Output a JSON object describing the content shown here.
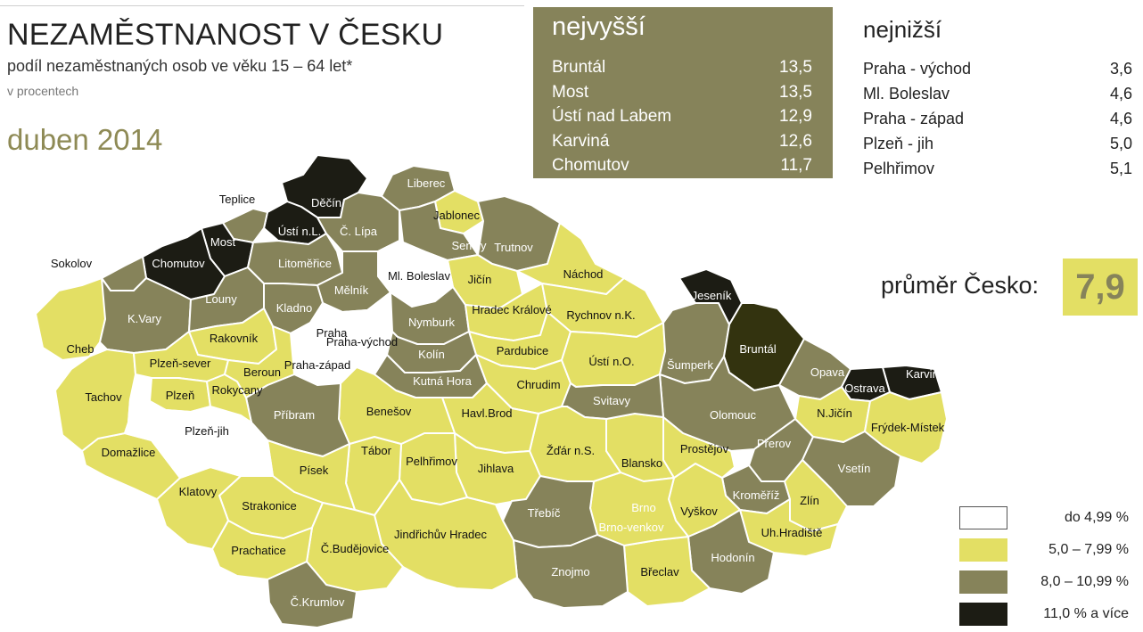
{
  "header": {
    "title": "NEZAMĚSTNANOST V ČESKU",
    "subtitle": "podíl nezaměstnaných osob ve věku 15 – 64 let*",
    "units": "v procentech",
    "date": "duben 2014"
  },
  "highest": {
    "title": "nejvyšší",
    "items": [
      {
        "name": "Bruntál",
        "value": "13,5"
      },
      {
        "name": "Most",
        "value": "13,5"
      },
      {
        "name": "Ústí nad Labem",
        "value": "12,9"
      },
      {
        "name": "Karviná",
        "value": "12,6"
      },
      {
        "name": "Chomutov",
        "value": "11,7"
      }
    ]
  },
  "lowest": {
    "title": "nejnižší",
    "items": [
      {
        "name": "Praha - východ",
        "value": "3,6"
      },
      {
        "name": "Ml. Boleslav",
        "value": "4,6"
      },
      {
        "name": "Praha - západ",
        "value": "4,6"
      },
      {
        "name": "Plzeň - jih",
        "value": "5,0"
      },
      {
        "name": "Pelhřimov",
        "value": "5,1"
      }
    ]
  },
  "average": {
    "label": "průměr Česko:",
    "value": "7,9"
  },
  "legend": [
    {
      "label": "do 4,99 %",
      "color": "#ffffff",
      "border": "#555555"
    },
    {
      "label": "5,0 – 7,99 %",
      "color": "#e3df64",
      "border": "#e3df64"
    },
    {
      "label": "8,0 – 10,99 %",
      "color": "#86835a",
      "border": "#86835a"
    },
    {
      "label": "11,0 % a více",
      "color": "#1c1c14",
      "border": "#1c1c14"
    }
  ],
  "map": {
    "colors": {
      "low": "#ffffff",
      "mid": "#e3df64",
      "high": "#86835a",
      "top": "#1c1c14",
      "bruntal": "#33330f"
    },
    "regions": [
      {
        "name": "Děčín",
        "cls": "top"
      },
      {
        "name": "Ústí n.L.",
        "cls": "top"
      },
      {
        "name": "Teplice",
        "cls": "high"
      },
      {
        "name": "Most",
        "cls": "top"
      },
      {
        "name": "Chomutov",
        "cls": "top"
      },
      {
        "name": "Sokolov",
        "cls": "high"
      },
      {
        "name": "Cheb",
        "cls": "mid"
      },
      {
        "name": "K.Vary",
        "cls": "high"
      },
      {
        "name": "Louny",
        "cls": "high"
      },
      {
        "name": "Litoměřice",
        "cls": "high"
      },
      {
        "name": "Č. Lípa",
        "cls": "high"
      },
      {
        "name": "Liberec",
        "cls": "high"
      },
      {
        "name": "Jablonec",
        "cls": "mid"
      },
      {
        "name": "Semily",
        "cls": "high"
      },
      {
        "name": "Trutnov",
        "cls": "high"
      },
      {
        "name": "Náchod",
        "cls": "mid"
      },
      {
        "name": "Jičín",
        "cls": "mid"
      },
      {
        "name": "Ml. Boleslav",
        "cls": "low"
      },
      {
        "name": "Mělník",
        "cls": "high"
      },
      {
        "name": "Kladno",
        "cls": "high"
      },
      {
        "name": "Rakovník",
        "cls": "mid"
      },
      {
        "name": "Praha",
        "cls": "low"
      },
      {
        "name": "Praha-východ",
        "cls": "low"
      },
      {
        "name": "Praha-západ",
        "cls": "low"
      },
      {
        "name": "Nymburk",
        "cls": "high"
      },
      {
        "name": "Hradec Králové",
        "cls": "mid"
      },
      {
        "name": "Rychnov n.K.",
        "cls": "mid"
      },
      {
        "name": "Pardubice",
        "cls": "mid"
      },
      {
        "name": "Kolín",
        "cls": "high"
      },
      {
        "name": "Kutná Hora",
        "cls": "high"
      },
      {
        "name": "Chrudim",
        "cls": "mid"
      },
      {
        "name": "Ústí n.O.",
        "cls": "mid"
      },
      {
        "name": "Šumperk",
        "cls": "high"
      },
      {
        "name": "Jeseník",
        "cls": "top"
      },
      {
        "name": "Bruntál",
        "cls": "bruntal"
      },
      {
        "name": "Opava",
        "cls": "high"
      },
      {
        "name": "Karviná",
        "cls": "top"
      },
      {
        "name": "Ostrava",
        "cls": "top"
      },
      {
        "name": "N.Jičín",
        "cls": "mid"
      },
      {
        "name": "Frýdek-Místek",
        "cls": "mid"
      },
      {
        "name": "Olomouc",
        "cls": "high"
      },
      {
        "name": "Přerov",
        "cls": "high"
      },
      {
        "name": "Vsetín",
        "cls": "high"
      },
      {
        "name": "Kroměříž",
        "cls": "high"
      },
      {
        "name": "Zlín",
        "cls": "mid"
      },
      {
        "name": "Uh.Hradiště",
        "cls": "mid"
      },
      {
        "name": "Hodonín",
        "cls": "high"
      },
      {
        "name": "Břeclav",
        "cls": "mid"
      },
      {
        "name": "Vyškov",
        "cls": "mid"
      },
      {
        "name": "Prostějov",
        "cls": "mid"
      },
      {
        "name": "Blansko",
        "cls": "mid"
      },
      {
        "name": "Brno",
        "cls": "high"
      },
      {
        "name": "Brno-venkov",
        "cls": "mid"
      },
      {
        "name": "Svitavy",
        "cls": "high"
      },
      {
        "name": "Žďár n.S.",
        "cls": "mid"
      },
      {
        "name": "Havl.Brod",
        "cls": "mid"
      },
      {
        "name": "Jihlava",
        "cls": "mid"
      },
      {
        "name": "Třebíč",
        "cls": "high"
      },
      {
        "name": "Znojmo",
        "cls": "high"
      },
      {
        "name": "Pelhřimov",
        "cls": "mid"
      },
      {
        "name": "Jindřichův Hradec",
        "cls": "mid"
      },
      {
        "name": "Tábor",
        "cls": "mid"
      },
      {
        "name": "Benešov",
        "cls": "mid"
      },
      {
        "name": "Příbram",
        "cls": "high"
      },
      {
        "name": "Písek",
        "cls": "mid"
      },
      {
        "name": "Strakonice",
        "cls": "mid"
      },
      {
        "name": "Č.Budějovice",
        "cls": "mid"
      },
      {
        "name": "Č.Krumlov",
        "cls": "high"
      },
      {
        "name": "Prachatice",
        "cls": "mid"
      },
      {
        "name": "Klatovy",
        "cls": "mid"
      },
      {
        "name": "Domažlice",
        "cls": "mid"
      },
      {
        "name": "Tachov",
        "cls": "mid"
      },
      {
        "name": "Plzeň-sever",
        "cls": "mid"
      },
      {
        "name": "Plzeň",
        "cls": "mid"
      },
      {
        "name": "Plzeň-jih",
        "cls": "low"
      },
      {
        "name": "Rokycany",
        "cls": "mid"
      },
      {
        "name": "Beroun",
        "cls": "mid"
      }
    ]
  }
}
